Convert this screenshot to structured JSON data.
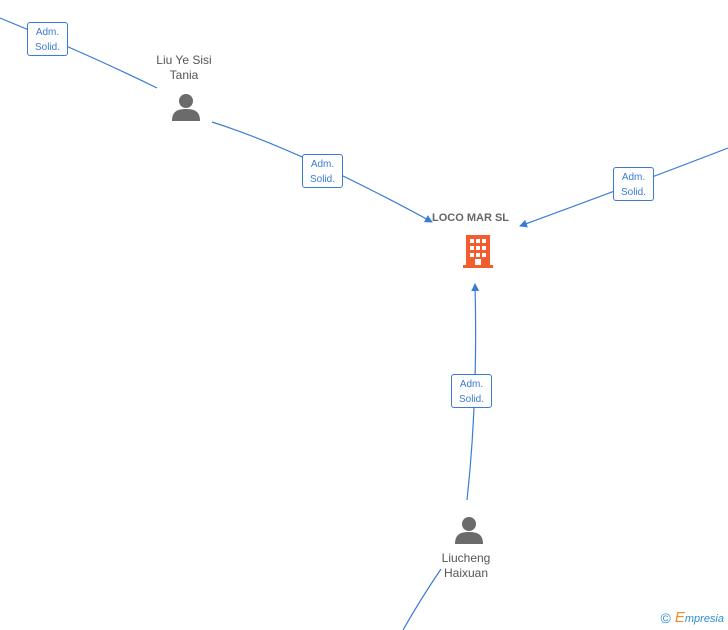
{
  "company": {
    "name": "LOCO MAR  SL",
    "color": "#f25c2e"
  },
  "people": [
    {
      "id": "liu",
      "name_line1": "Liu Ye Sisi",
      "name_line2": "Tania"
    },
    {
      "id": "liucheng",
      "name_line1": "Liucheng",
      "name_line2": "Haixuan"
    }
  ],
  "edge_labels": [
    {
      "line1": "Adm.",
      "line2": "Solid."
    },
    {
      "line1": "Adm.",
      "line2": "Solid."
    },
    {
      "line1": "Adm.",
      "line2": "Solid."
    },
    {
      "line1": "Adm.",
      "line2": "Solid."
    }
  ],
  "edge_color": "#3a7bd5",
  "person_icon_color": "#6b6b6b",
  "brand": {
    "copyright": "©",
    "e": "E",
    "text": "mpresia"
  }
}
